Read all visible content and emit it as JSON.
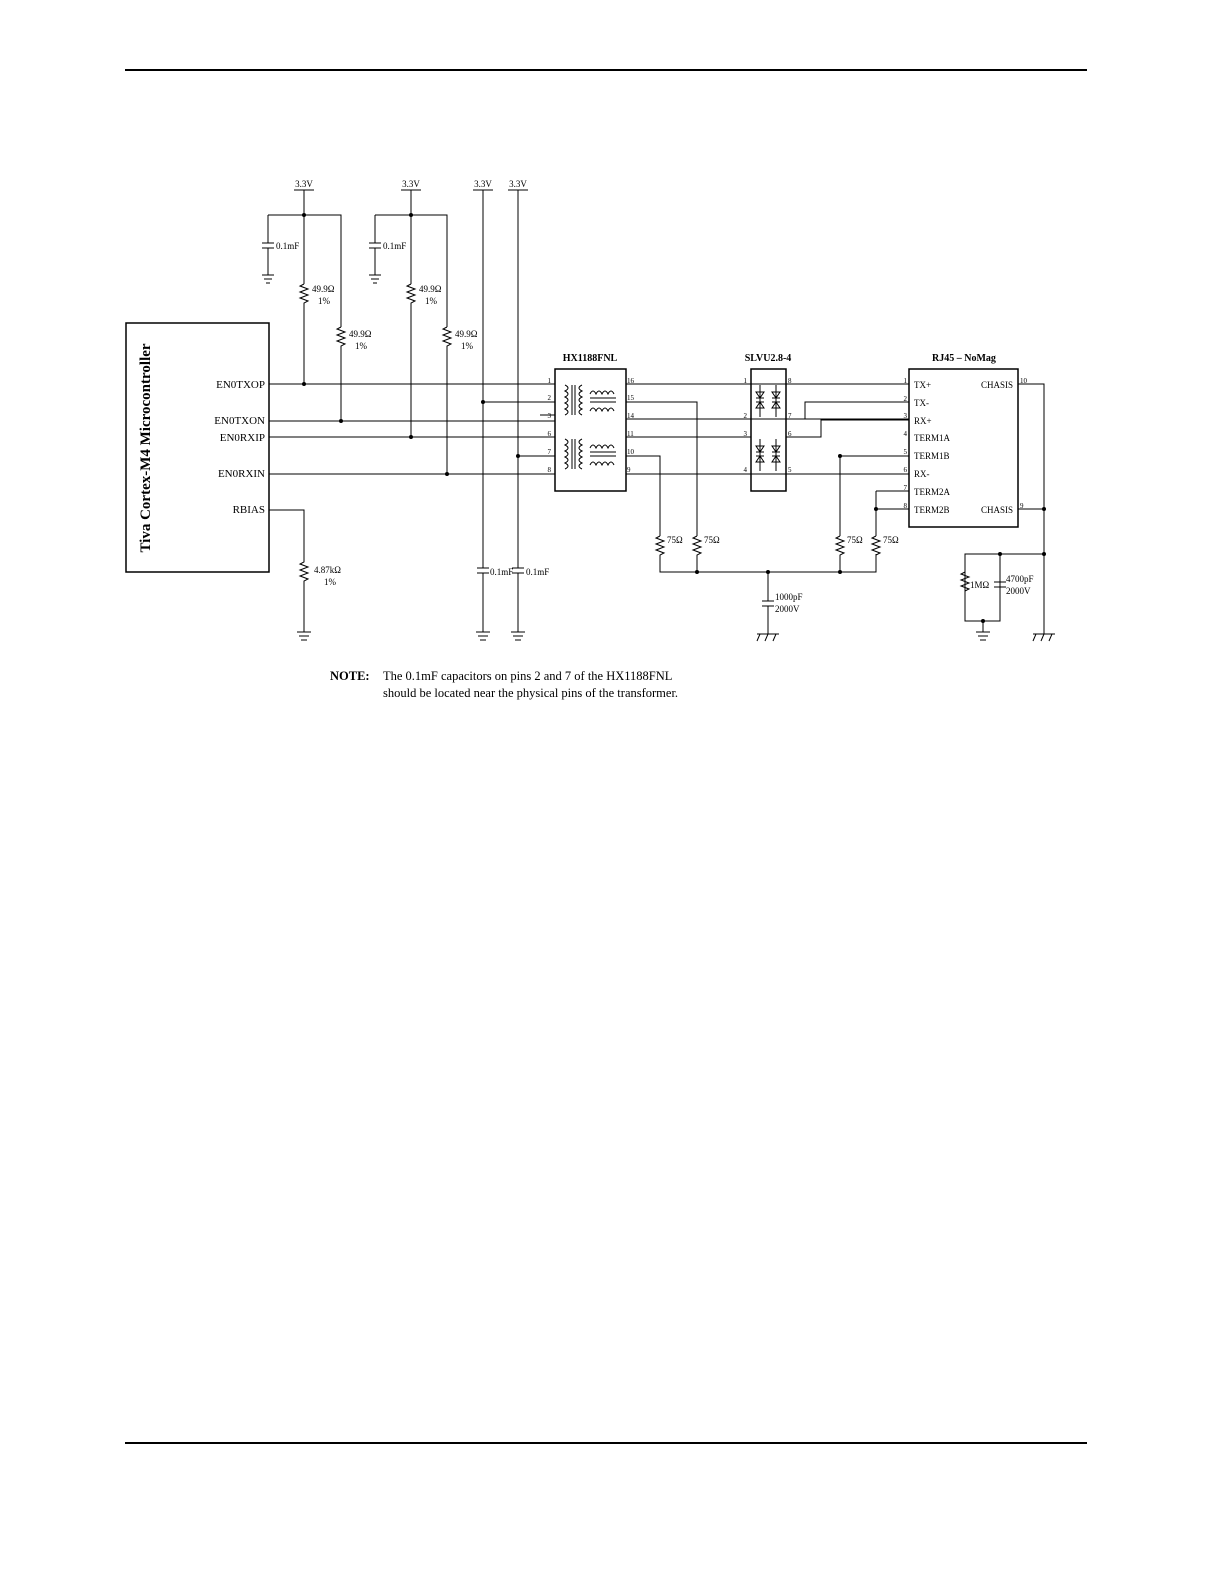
{
  "supply": {
    "label": "3.3V"
  },
  "ic": {
    "name": "Tiva Cortex-M4 Microcontroller",
    "pins": [
      "EN0TXOP",
      "EN0TXON",
      "EN0RXIP",
      "EN0RXIN",
      "RBIAS"
    ]
  },
  "parts": {
    "cap_01": "0.1mF",
    "res_term": "49.9Ω",
    "tol": "1%",
    "res_bias": "4.87kΩ",
    "res_75": "75Ω",
    "cap_hv": "1000pF",
    "cap_hv_rating": "2000V",
    "res_1m": "1MΩ",
    "cap_chassis": "4700pF",
    "cap_chassis_rating": "2000V"
  },
  "transformer": {
    "name": "HX1188FNL",
    "left_pins": [
      "1",
      "2",
      "3",
      "6",
      "7",
      "8"
    ],
    "right_pins": [
      "16",
      "15",
      "14",
      "11",
      "10",
      "9"
    ]
  },
  "tvs": {
    "name": "SLVU2.8-4",
    "left_pins": [
      "1",
      "2",
      "3",
      "4"
    ],
    "right_pins": [
      "8",
      "7",
      "6",
      "5"
    ]
  },
  "connector": {
    "name": "RJ45 – NoMag",
    "pin_numbers": [
      "1",
      "2",
      "3",
      "4",
      "5",
      "6",
      "7",
      "8"
    ],
    "pin_labels": [
      "TX+",
      "TX-",
      "RX+",
      "TERM1A",
      "TERM1B",
      "RX-",
      "TERM2A",
      "TERM2B"
    ],
    "chassis_label": "CHASIS",
    "chassis_pins": [
      "10",
      "9"
    ]
  },
  "note": {
    "heading": "NOTE:",
    "line1": "The 0.1mF capacitors on pins 2 and 7 of the HX1188FNL",
    "line2": "should be located near the physical pins of the transformer."
  }
}
